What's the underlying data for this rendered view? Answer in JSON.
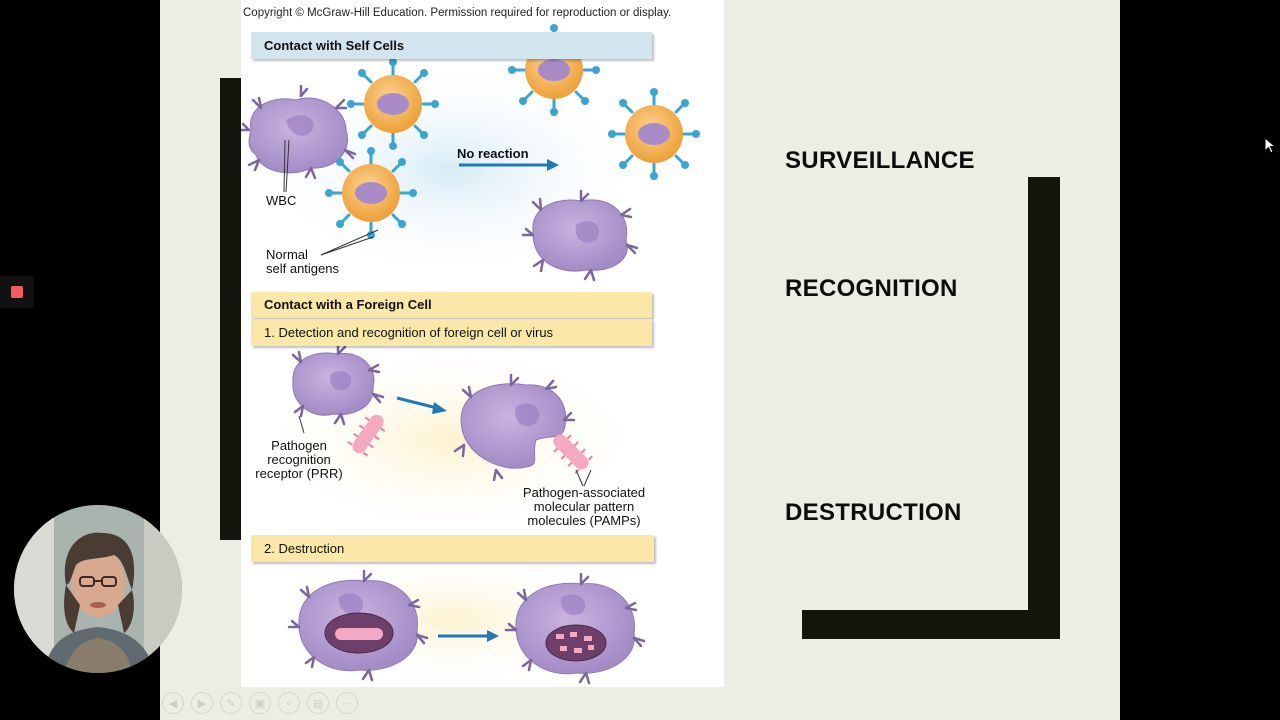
{
  "figure": {
    "copyright": "Copyright © McGraw-Hill Education. Permission required for reproduction or display.",
    "section1_title": "Contact with Self Cells",
    "no_reaction": "No reaction",
    "wbc": "WBC",
    "normal_self_antigens_line1": "Normal",
    "normal_self_antigens_line2": "self antigens",
    "section2_title": "Contact with a Foreign Cell",
    "step1": "1. Detection and recognition of foreign cell or virus",
    "prr_line1": "Pathogen",
    "prr_line2": "recognition",
    "prr_line3": "receptor (PRR)",
    "pamps_line1": "Pathogen-associated",
    "pamps_line2": "molecular pattern",
    "pamps_line3": "molecules (PAMPs)",
    "step2": "2. Destruction"
  },
  "keywords": {
    "surveillance": "SURVEILLANCE",
    "recognition": "RECOGNITION",
    "destruction": "DESTRUCTION"
  },
  "colors": {
    "slide_bg": "#eeede4",
    "bracket": "#15140c",
    "wbc_purple": "#b79fd3",
    "self_cell_orange": "#f3b04b",
    "antigen_blue": "#3aa5d1",
    "pathogen_pink": "#f3a9bf",
    "record": "#f25b5b"
  },
  "toolbar": {
    "icons": [
      "prev-icon",
      "next-icon",
      "pen-icon",
      "slides-icon",
      "zoom-icon",
      "subtitles-icon",
      "more-icon"
    ]
  }
}
